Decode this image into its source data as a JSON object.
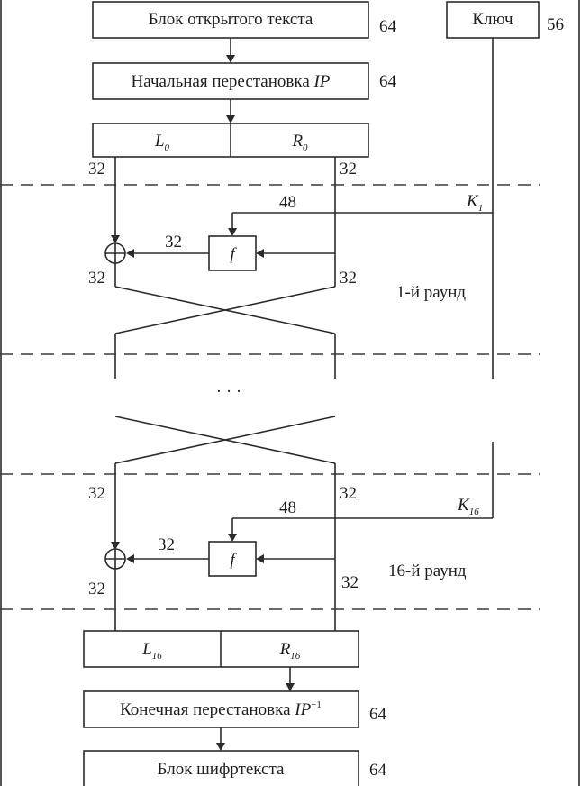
{
  "blocks": {
    "plaintext": "Блок открытого текста",
    "plaintext_bits": "64",
    "key": "Ключ",
    "key_bits": "56",
    "initial_perm": "Начальная перестановка ",
    "initial_perm_sym": "IP",
    "initial_perm_bits": "64",
    "final_perm": "Конечная перестановка ",
    "final_perm_sym": "IP",
    "final_perm_sup": "−1",
    "final_perm_bits": "64",
    "ciphertext": "Блок шифртекста",
    "ciphertext_bits": "64"
  },
  "halves": {
    "l_letter": "L",
    "r_letter": "R",
    "first_sub": "0",
    "last_sub": "16"
  },
  "round1": {
    "label": "1-й раунд",
    "key_letter": "K",
    "key_sub": "1",
    "key_bits": "48",
    "f": "f",
    "left_in": "32",
    "right_in": "32",
    "f_out": "32",
    "left_out": "32",
    "right_out": "32"
  },
  "ellipsis": "· · ·",
  "round16": {
    "label": "16-й раунд",
    "key_letter": "K",
    "key_sub": "16",
    "key_bits": "48",
    "f": "f",
    "left_in": "32",
    "right_in": "32",
    "f_out": "32",
    "left_out": "32",
    "right_out": "32"
  }
}
